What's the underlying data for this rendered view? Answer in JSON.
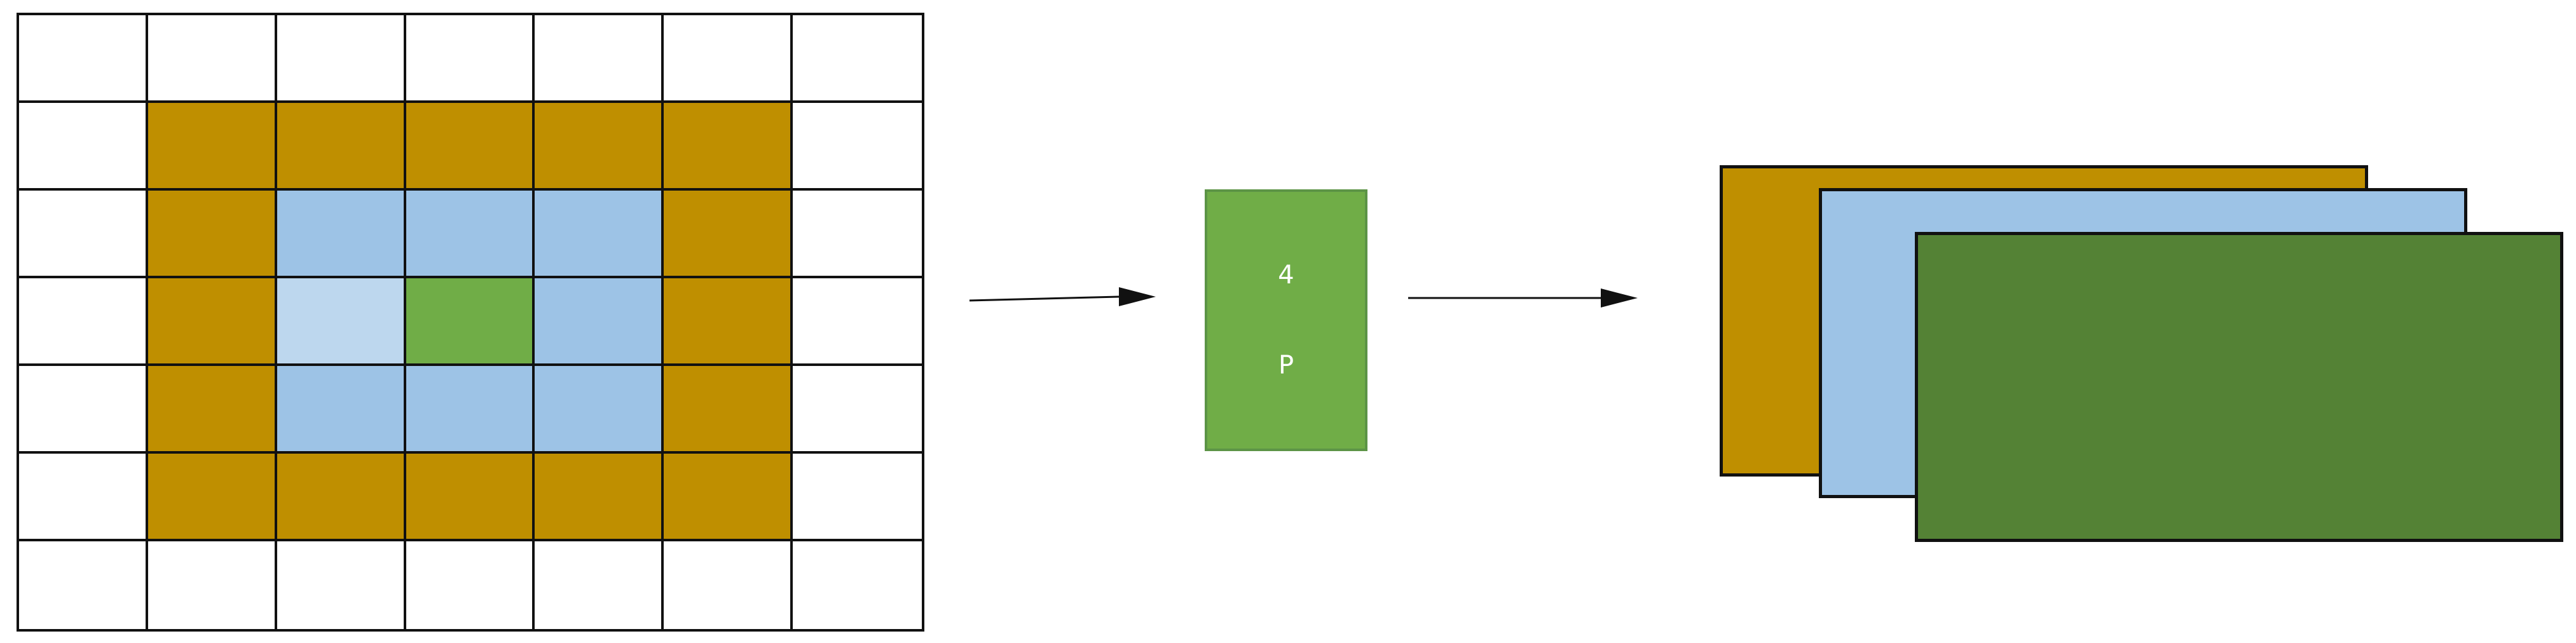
{
  "palette": {
    "outer_ring": "#bf8f00",
    "middle_ring": "#9dc3e6",
    "highlight_cell": "#bdd7ee",
    "center": "#70ad47",
    "empty": "#ffffff",
    "sheet_front": "#548235",
    "sheet_middle": "#9dc3e6",
    "sheet_back": "#bf8f00"
  },
  "grid": {
    "rows": [
      [
        "empty",
        "empty",
        "empty",
        "empty",
        "empty",
        "empty",
        "empty"
      ],
      [
        "empty",
        "outer_ring",
        "outer_ring",
        "outer_ring",
        "outer_ring",
        "outer_ring",
        "empty"
      ],
      [
        "empty",
        "outer_ring",
        "middle_ring",
        "middle_ring",
        "middle_ring",
        "outer_ring",
        "empty"
      ],
      [
        "empty",
        "outer_ring",
        "highlight_cell",
        "center",
        "middle_ring",
        "outer_ring",
        "empty"
      ],
      [
        "empty",
        "outer_ring",
        "middle_ring",
        "middle_ring",
        "middle_ring",
        "outer_ring",
        "empty"
      ],
      [
        "empty",
        "outer_ring",
        "outer_ring",
        "outer_ring",
        "outer_ring",
        "outer_ring",
        "empty"
      ],
      [
        "empty",
        "empty",
        "empty",
        "empty",
        "empty",
        "empty",
        "empty"
      ]
    ]
  },
  "vector": {
    "labels": [
      "4",
      "P"
    ]
  }
}
